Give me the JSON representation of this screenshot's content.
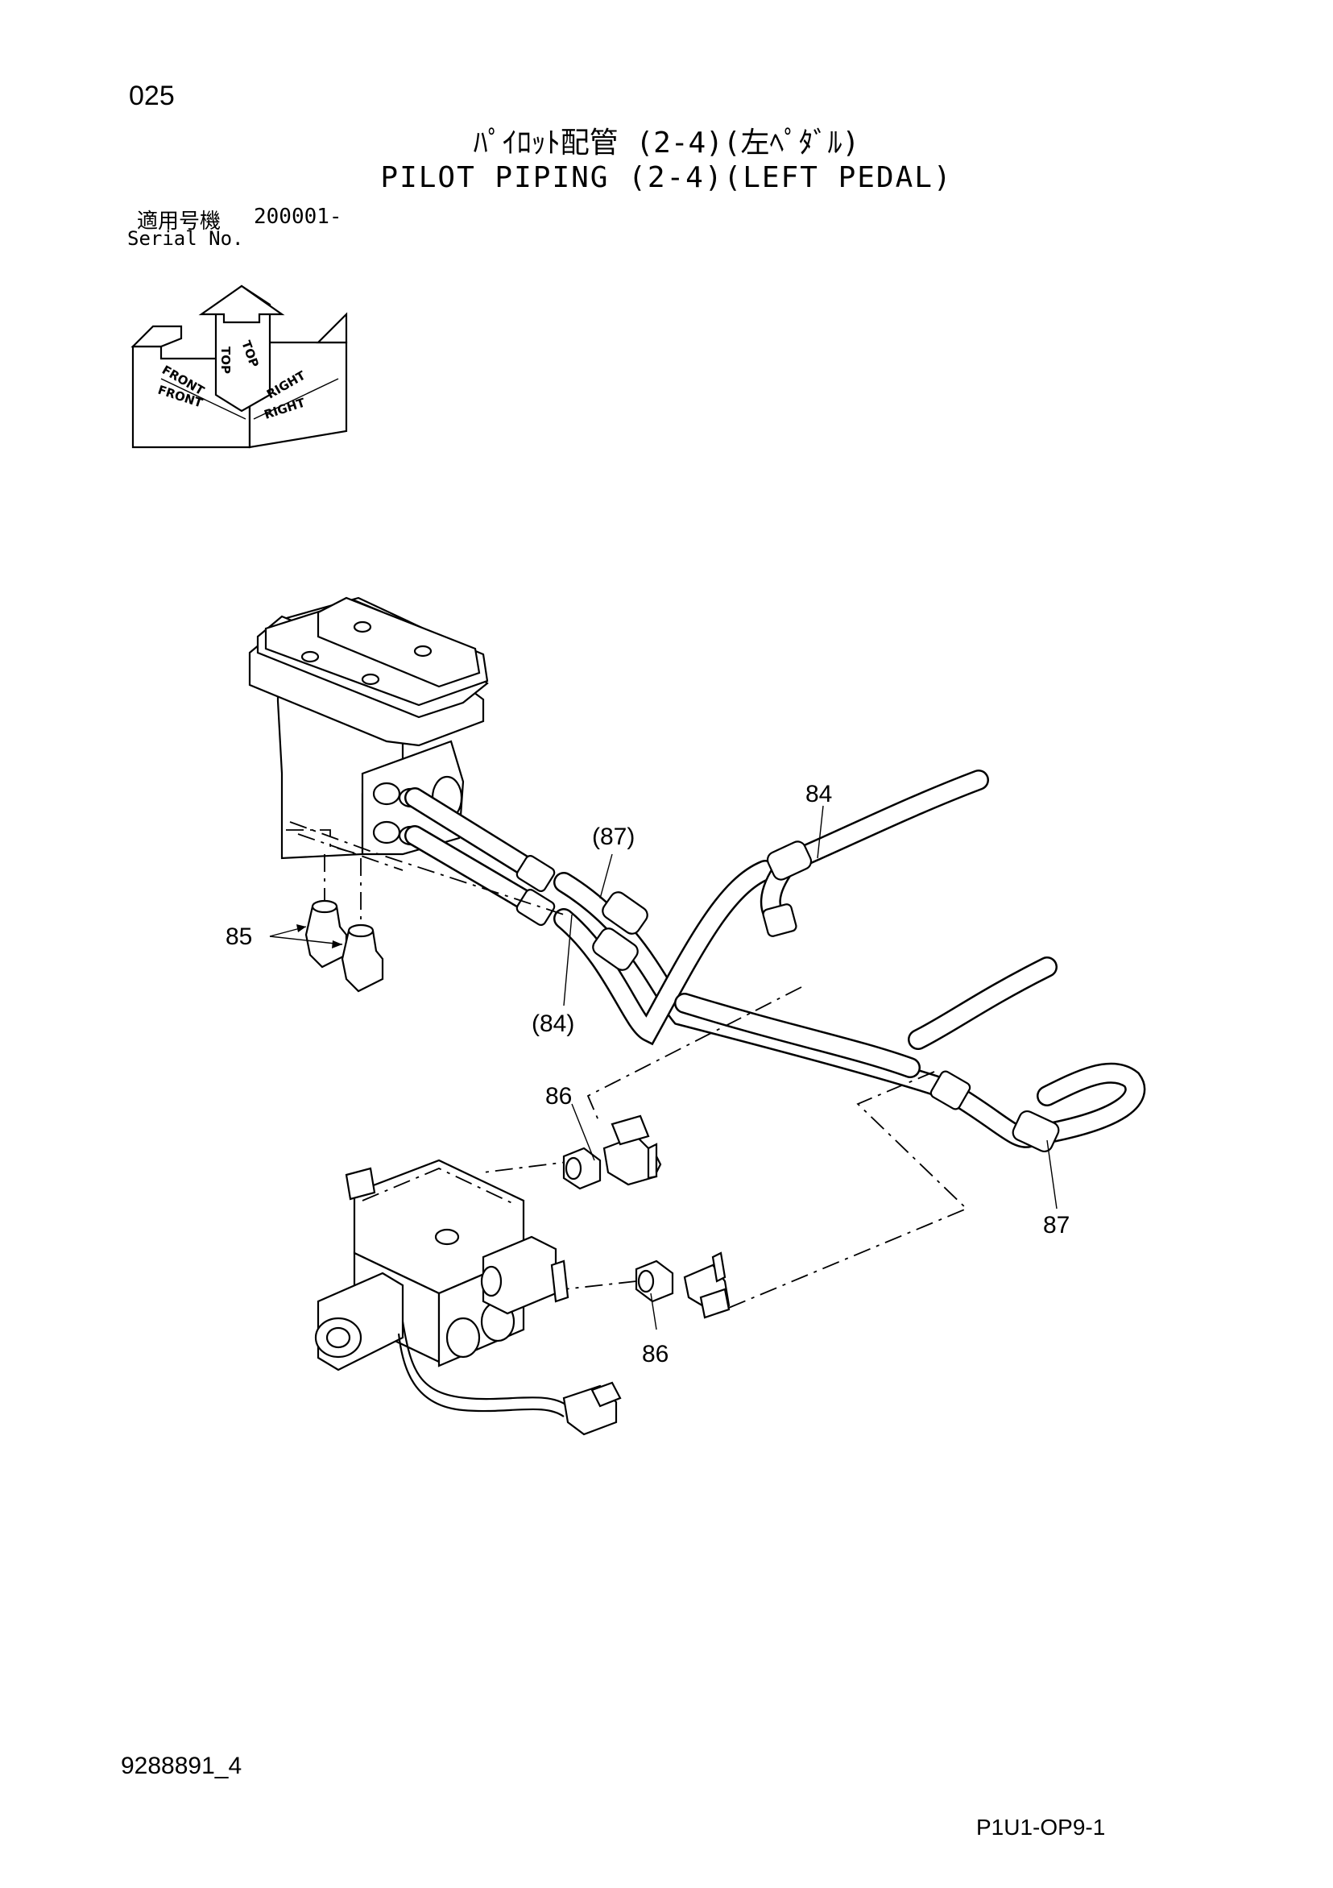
{
  "header": {
    "page_number": "025",
    "title_jp": "ﾊﾟｲﾛｯﾄ配管 (2-4)(左ﾍﾟﾀﾞﾙ)",
    "title_en": "PILOT PIPING (2-4)(LEFT PEDAL)",
    "serial_label_jp": "適用号機",
    "serial_value": "200001-",
    "serial_label_en": "Serial No."
  },
  "orientation": {
    "labels": [
      "TOP",
      "TOP",
      "FRONT",
      "FRONT",
      "RIGHT",
      "RIGHT"
    ]
  },
  "callouts": [
    {
      "id": "c84",
      "text": "84"
    },
    {
      "id": "c87p",
      "text": "(87)"
    },
    {
      "id": "c85",
      "text": "85"
    },
    {
      "id": "c84p",
      "text": "(84)"
    },
    {
      "id": "c86a",
      "text": "86"
    },
    {
      "id": "c87",
      "text": "87"
    },
    {
      "id": "c86b",
      "text": "86"
    }
  ],
  "footer": {
    "drawing_number": "9288891_4",
    "sheet_code": "P1U1-OP9-1"
  }
}
